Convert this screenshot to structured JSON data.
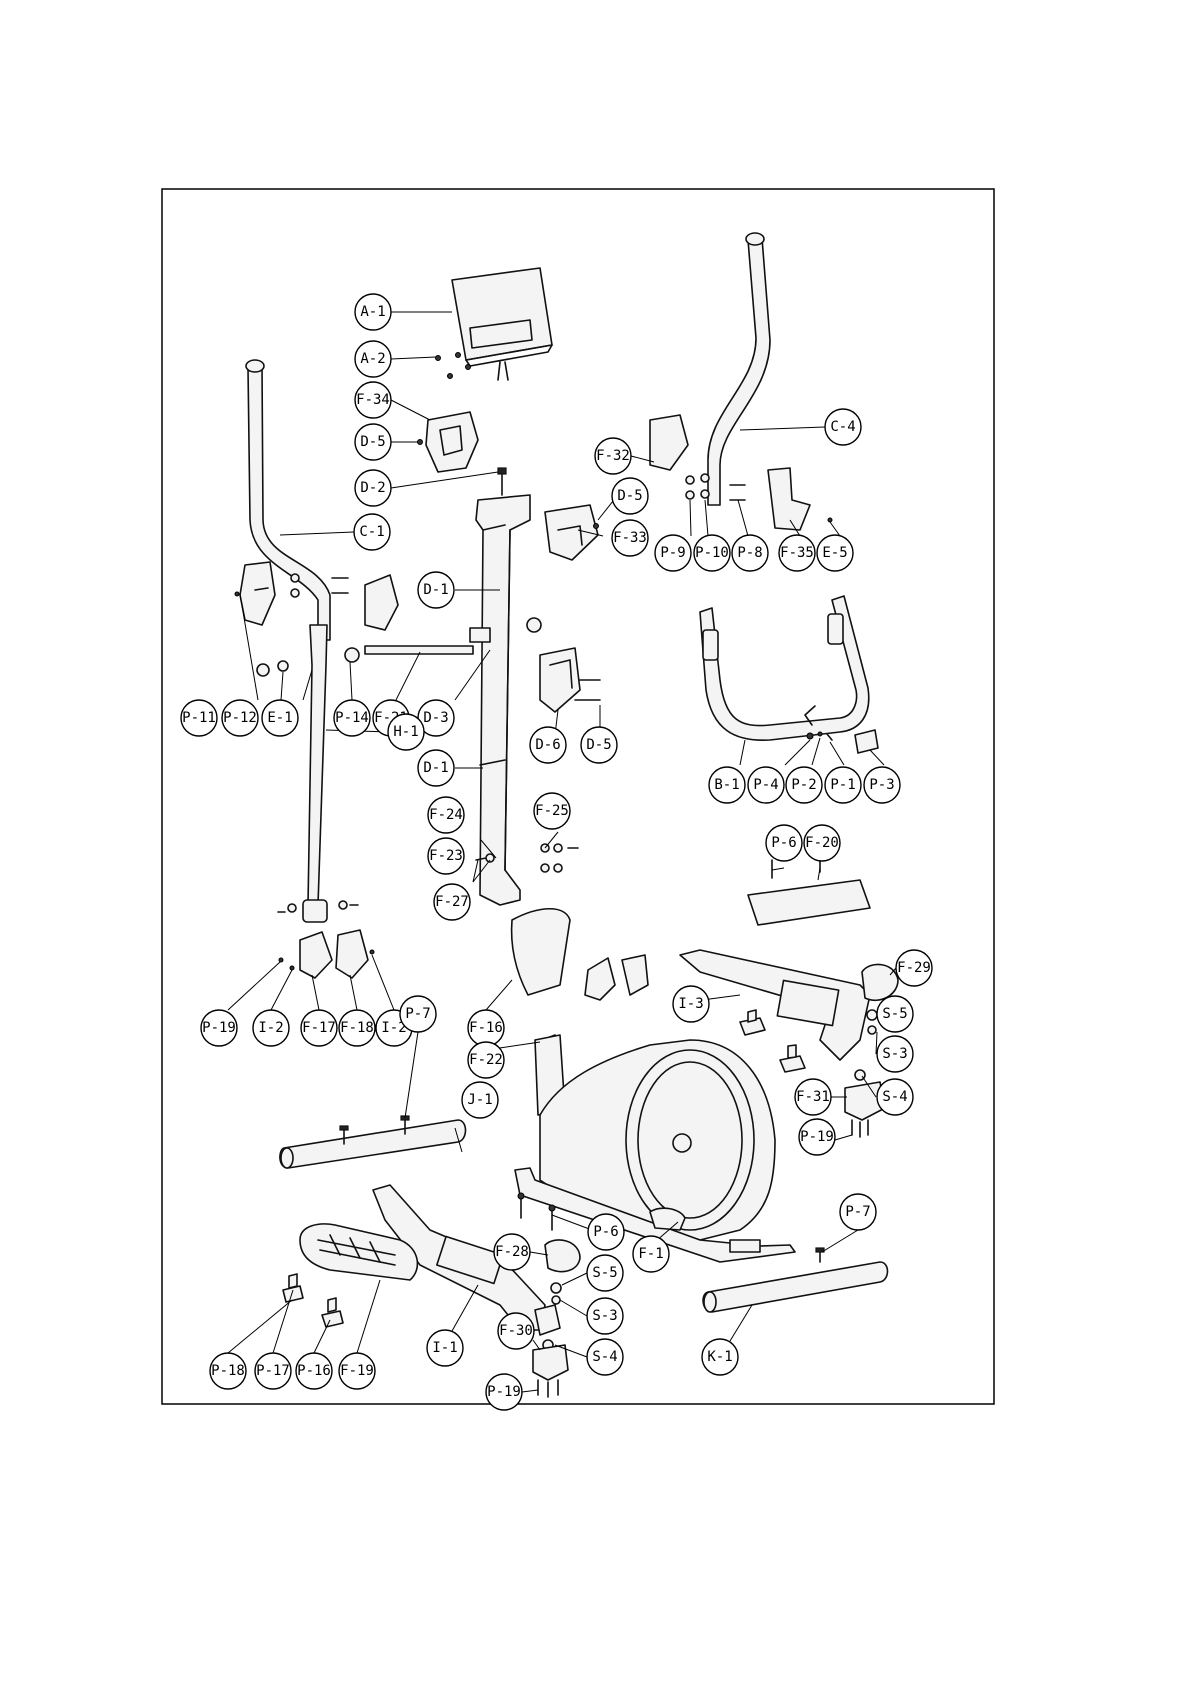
{
  "labels": {
    "A-1": "A-1",
    "A-2": "A-2",
    "F-34": "F-34",
    "D-5": "D-5",
    "D-2": "D-2",
    "C-1": "C-1",
    "C-4": "C-4",
    "F-32": "F-32",
    "F-33": "F-33",
    "P-9": "P-9",
    "P-10": "P-10",
    "P-8": "P-8",
    "F-35": "F-35",
    "E-5": "E-5",
    "D-1": "D-1",
    "P-11": "P-11",
    "P-12": "P-12",
    "E-1": "E-1",
    "P-14": "P-14",
    "F-21": "F-21",
    "D-3": "D-3",
    "D-6": "D-6",
    "H-1": "H-1",
    "B-1": "B-1",
    "P-4": "P-4",
    "P-2": "P-2",
    "P-1": "P-1",
    "P-3": "P-3",
    "F-24": "F-24",
    "F-25": "F-25",
    "F-23": "F-23",
    "F-27": "F-27",
    "P-6": "P-6",
    "F-20": "F-20",
    "P-19": "P-19",
    "I-2": "I-2",
    "F-17": "F-17",
    "F-18": "F-18",
    "P-7": "P-7",
    "F-16": "F-16",
    "F-29": "F-29",
    "I-3": "I-3",
    "S-5": "S-5",
    "S-3": "S-3",
    "F-22": "F-22",
    "S-4": "S-4",
    "F-31": "F-31",
    "J-1": "J-1",
    "F-1": "F-1",
    "F-28": "F-28",
    "I-1": "I-1",
    "K-1": "K-1",
    "P-18": "P-18",
    "P-17": "P-17",
    "P-16": "P-16",
    "F-19": "F-19",
    "F-30": "F-30"
  }
}
